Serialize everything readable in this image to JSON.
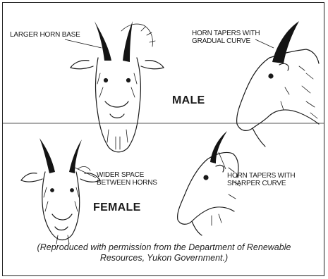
{
  "labels": {
    "larger_horn_base": "LARGER HORN BASE",
    "horn_tapers_gradual_1": "HORN TAPERS WITH",
    "horn_tapers_gradual_2": "GRADUAL CURVE",
    "male": "MALE",
    "wider_space_1": "WIDER SPACE",
    "wider_space_2": "BETWEEN HORNS",
    "horn_tapers_sharper_1": "HORN TAPERS WITH",
    "horn_tapers_sharper_2": "SHARPER CURVE",
    "female": "FEMALE"
  },
  "caption": {
    "line1": "(Reproduced with permission from the Department of Renewable",
    "line2": "Resources, Yukon Government.)"
  },
  "colors": {
    "ink": "#1a1a1a",
    "horn": "#141414",
    "background": "#ffffff"
  }
}
